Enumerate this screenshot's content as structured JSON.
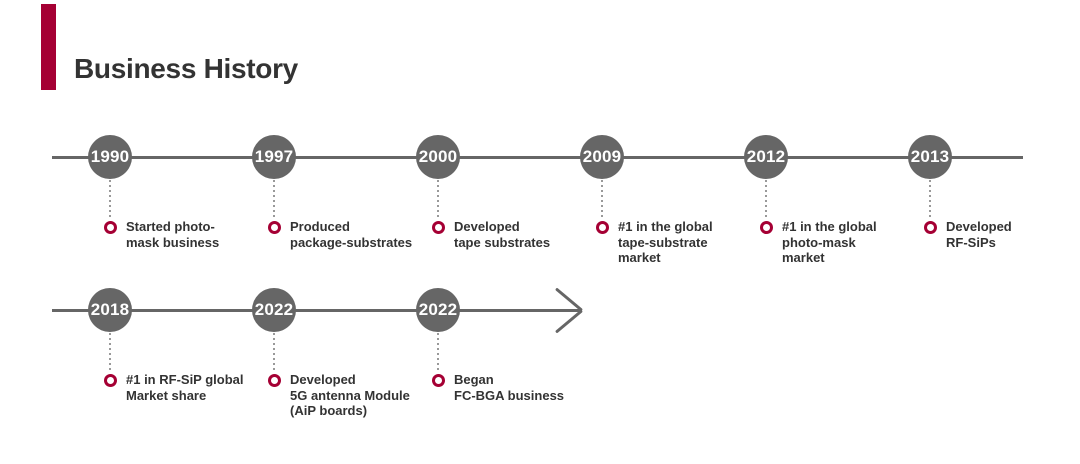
{
  "title": "Business History",
  "colors": {
    "accent": "#a50034",
    "timeline_gray": "#666666",
    "connector_gray": "#999999",
    "text": "#333333",
    "year_text": "#ffffff",
    "background": "#ffffff"
  },
  "timeline": {
    "marker_icon": "ring-marker",
    "rows": [
      {
        "has_arrow": false,
        "milestones": [
          {
            "year": "1990",
            "lines": [
              "Started photo-",
              "mask business"
            ]
          },
          {
            "year": "1997",
            "lines": [
              "Produced",
              "package-substrates"
            ]
          },
          {
            "year": "2000",
            "lines": [
              "Developed",
              "tape substrates"
            ]
          },
          {
            "year": "2009",
            "lines": [
              "#1 in the global",
              "tape-substrate",
              "market"
            ]
          },
          {
            "year": "2012",
            "lines": [
              "#1 in the global",
              "photo-mask",
              "market"
            ]
          },
          {
            "year": "2013",
            "lines": [
              "Developed",
              "RF-SiPs"
            ]
          }
        ]
      },
      {
        "has_arrow": true,
        "milestones": [
          {
            "year": "2018",
            "lines": [
              "#1 in RF-SiP global",
              "Market share"
            ]
          },
          {
            "year": "2022",
            "lines": [
              "Developed",
              "5G antenna Module",
              "(AiP boards)"
            ]
          },
          {
            "year": "2022",
            "lines": [
              "Began",
              "FC-BGA business"
            ]
          }
        ]
      }
    ]
  }
}
